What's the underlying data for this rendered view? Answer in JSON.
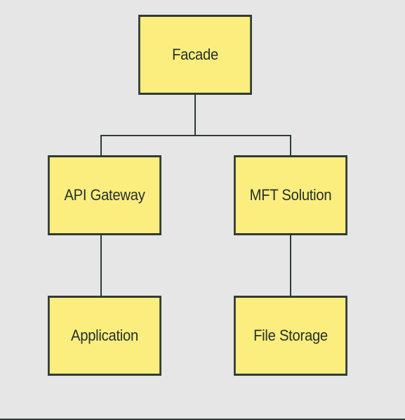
{
  "diagram": {
    "nodes": {
      "facade": "Facade",
      "api_gateway": "API Gateway",
      "mft_solution": "MFT Solution",
      "application": "Application",
      "file_storage": "File Storage"
    },
    "edges": [
      [
        "Facade",
        "API Gateway"
      ],
      [
        "Facade",
        "MFT Solution"
      ],
      [
        "API Gateway",
        "Application"
      ],
      [
        "MFT Solution",
        "File Storage"
      ]
    ],
    "colors": {
      "background": "#e6e6e6",
      "node_fill": "#fbee7e",
      "node_border": "#2f3b37",
      "connector": "#2f3b37"
    }
  }
}
